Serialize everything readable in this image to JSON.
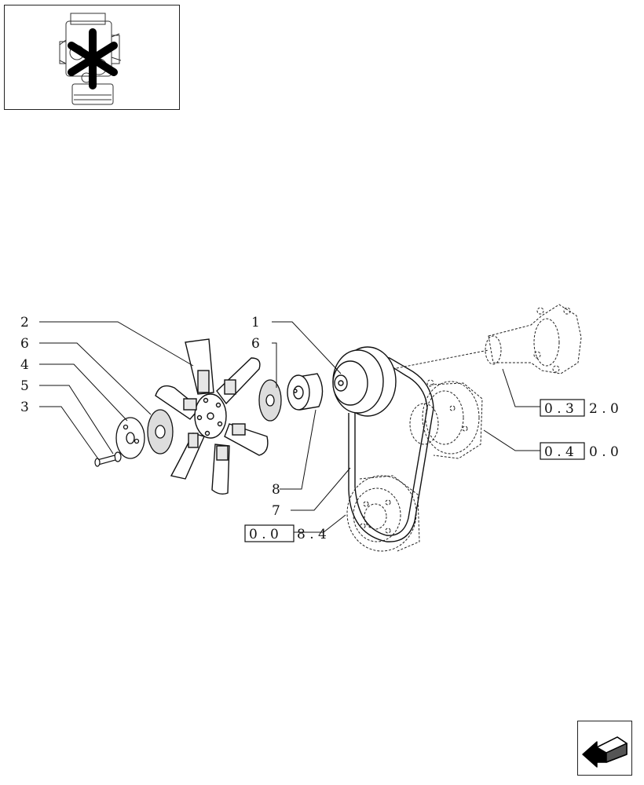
{
  "thumbnail": {
    "icon": "engine-asterisk-icon"
  },
  "callouts": {
    "c2": "2",
    "c6a": "6",
    "c4": "4",
    "c5": "5",
    "c3": "3",
    "c1": "1",
    "c6b": "6",
    "c8": "8",
    "c7": "7"
  },
  "refs": {
    "r032": {
      "boxed": "0 . 3",
      "rest": "2 . 0"
    },
    "r040": {
      "boxed": "0 . 4",
      "rest": "0 . 0"
    },
    "r008": {
      "boxed": "0 . 0",
      "rest": "8 . 4"
    }
  },
  "nav": {
    "icon": "back-arrow-icon"
  }
}
